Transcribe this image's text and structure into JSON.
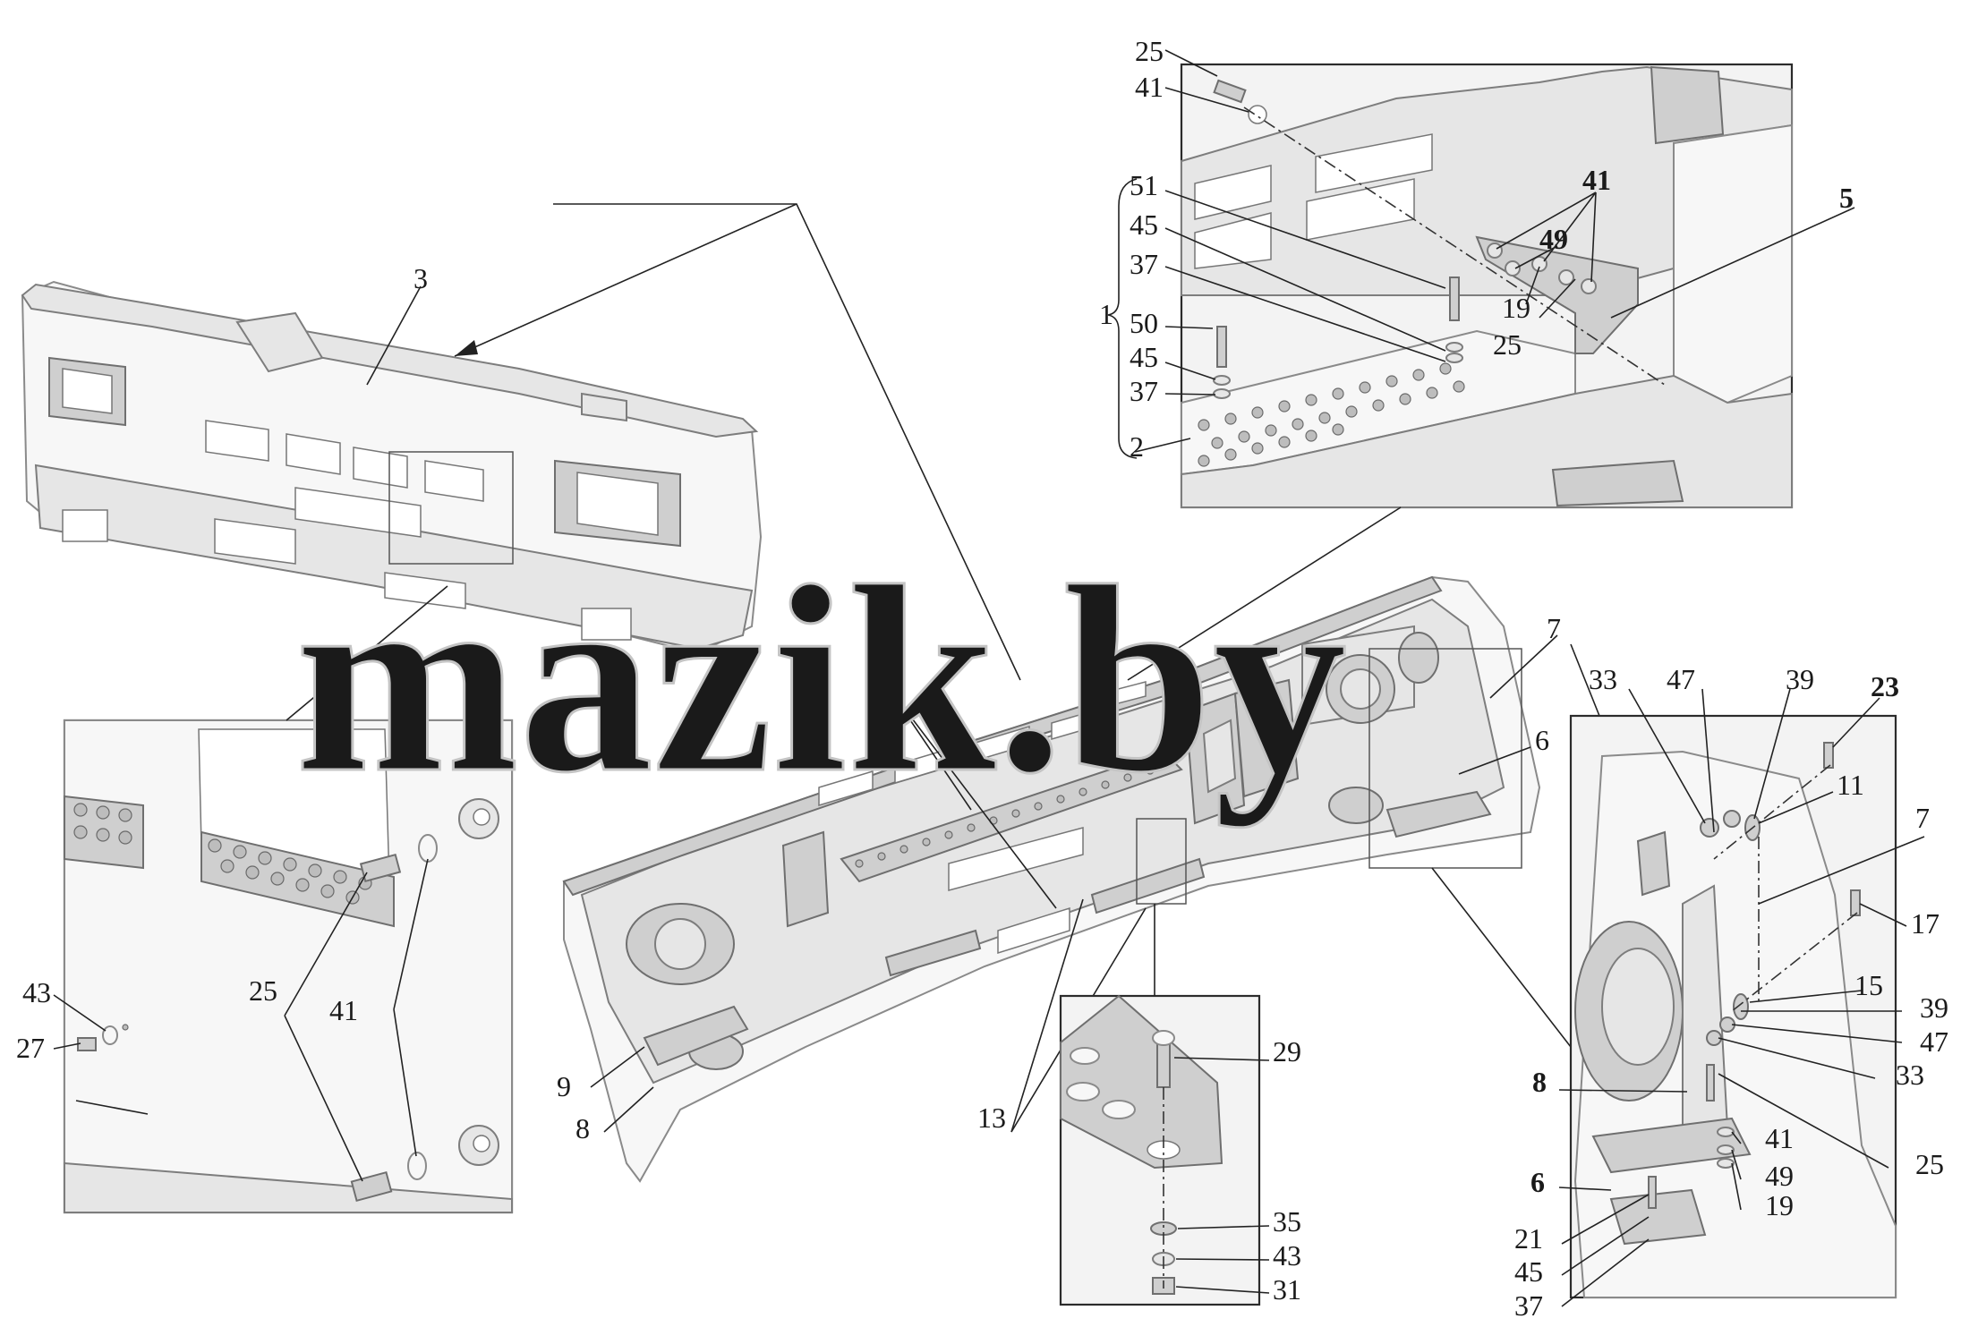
{
  "watermark": "mazik.by",
  "labels": {
    "main_view": {
      "l1": "1",
      "l7": "7",
      "l6": "6",
      "l9": "9",
      "l8": "8",
      "l13": "13",
      "l3": "3"
    },
    "top_inset": {
      "l25": "25",
      "l41a": "41",
      "l51": "51",
      "l45a": "45",
      "l37a": "37",
      "l1": "1",
      "l50": "50",
      "l45b": "45",
      "l37b": "37",
      "l2": "2",
      "l41b": "41",
      "l49": "49",
      "l5": "5",
      "l19": "19",
      "l25b": "25"
    },
    "left_inset": {
      "l43": "43",
      "l27": "27",
      "l25": "25",
      "l41": "41"
    },
    "bottom_inset": {
      "l29": "29",
      "l35": "35",
      "l43": "43",
      "l31": "31"
    },
    "right_inset": {
      "l33a": "33",
      "l47a": "47",
      "l39a": "39",
      "l23": "23",
      "l11": "11",
      "l7": "7",
      "l17": "17",
      "l15": "15",
      "l39b": "39",
      "l47b": "47",
      "l33b": "33",
      "l8": "8",
      "l41": "41",
      "l25": "25",
      "l6": "6",
      "l49": "49",
      "l19": "19",
      "l21": "21",
      "l45": "45",
      "l37": "37"
    }
  }
}
